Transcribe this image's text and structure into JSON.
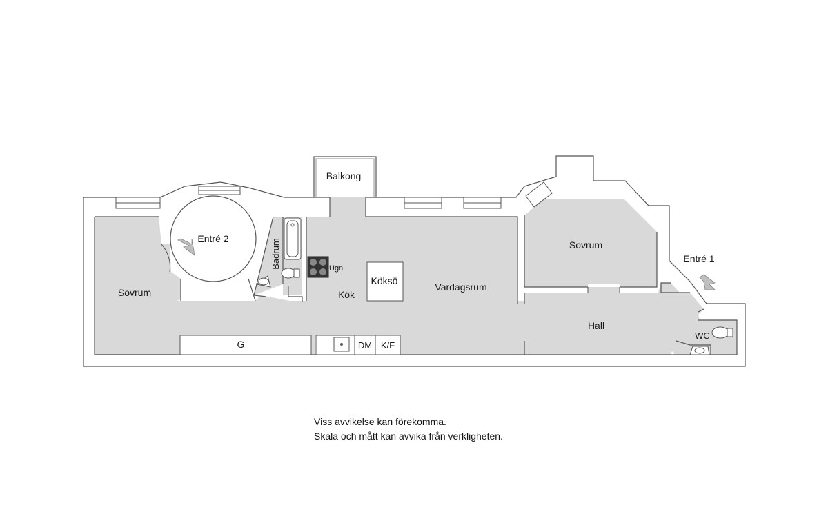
{
  "rooms": {
    "balkong": "Balkong",
    "entre2": "Entré 2",
    "badrum": "Badrum",
    "ugn": "Ugn",
    "koksoe": "Köksö",
    "vardagsrum": "Vardagsrum",
    "sovrum_left": "Sovrum",
    "kok": "Kök",
    "sovrum_right": "Sovrum",
    "entre1": "Entré 1",
    "hall": "Hall",
    "wc": "WC",
    "g": "G",
    "dm": "DM",
    "kf": "K/F"
  },
  "disclaimer": {
    "line1": "Viss avvikelse kan förekomma.",
    "line2": "Skala och mått kan avvika från verkligheten."
  },
  "colors": {
    "floor": "#d9d9d9",
    "wall": "#ffffff",
    "line": "#444444"
  }
}
